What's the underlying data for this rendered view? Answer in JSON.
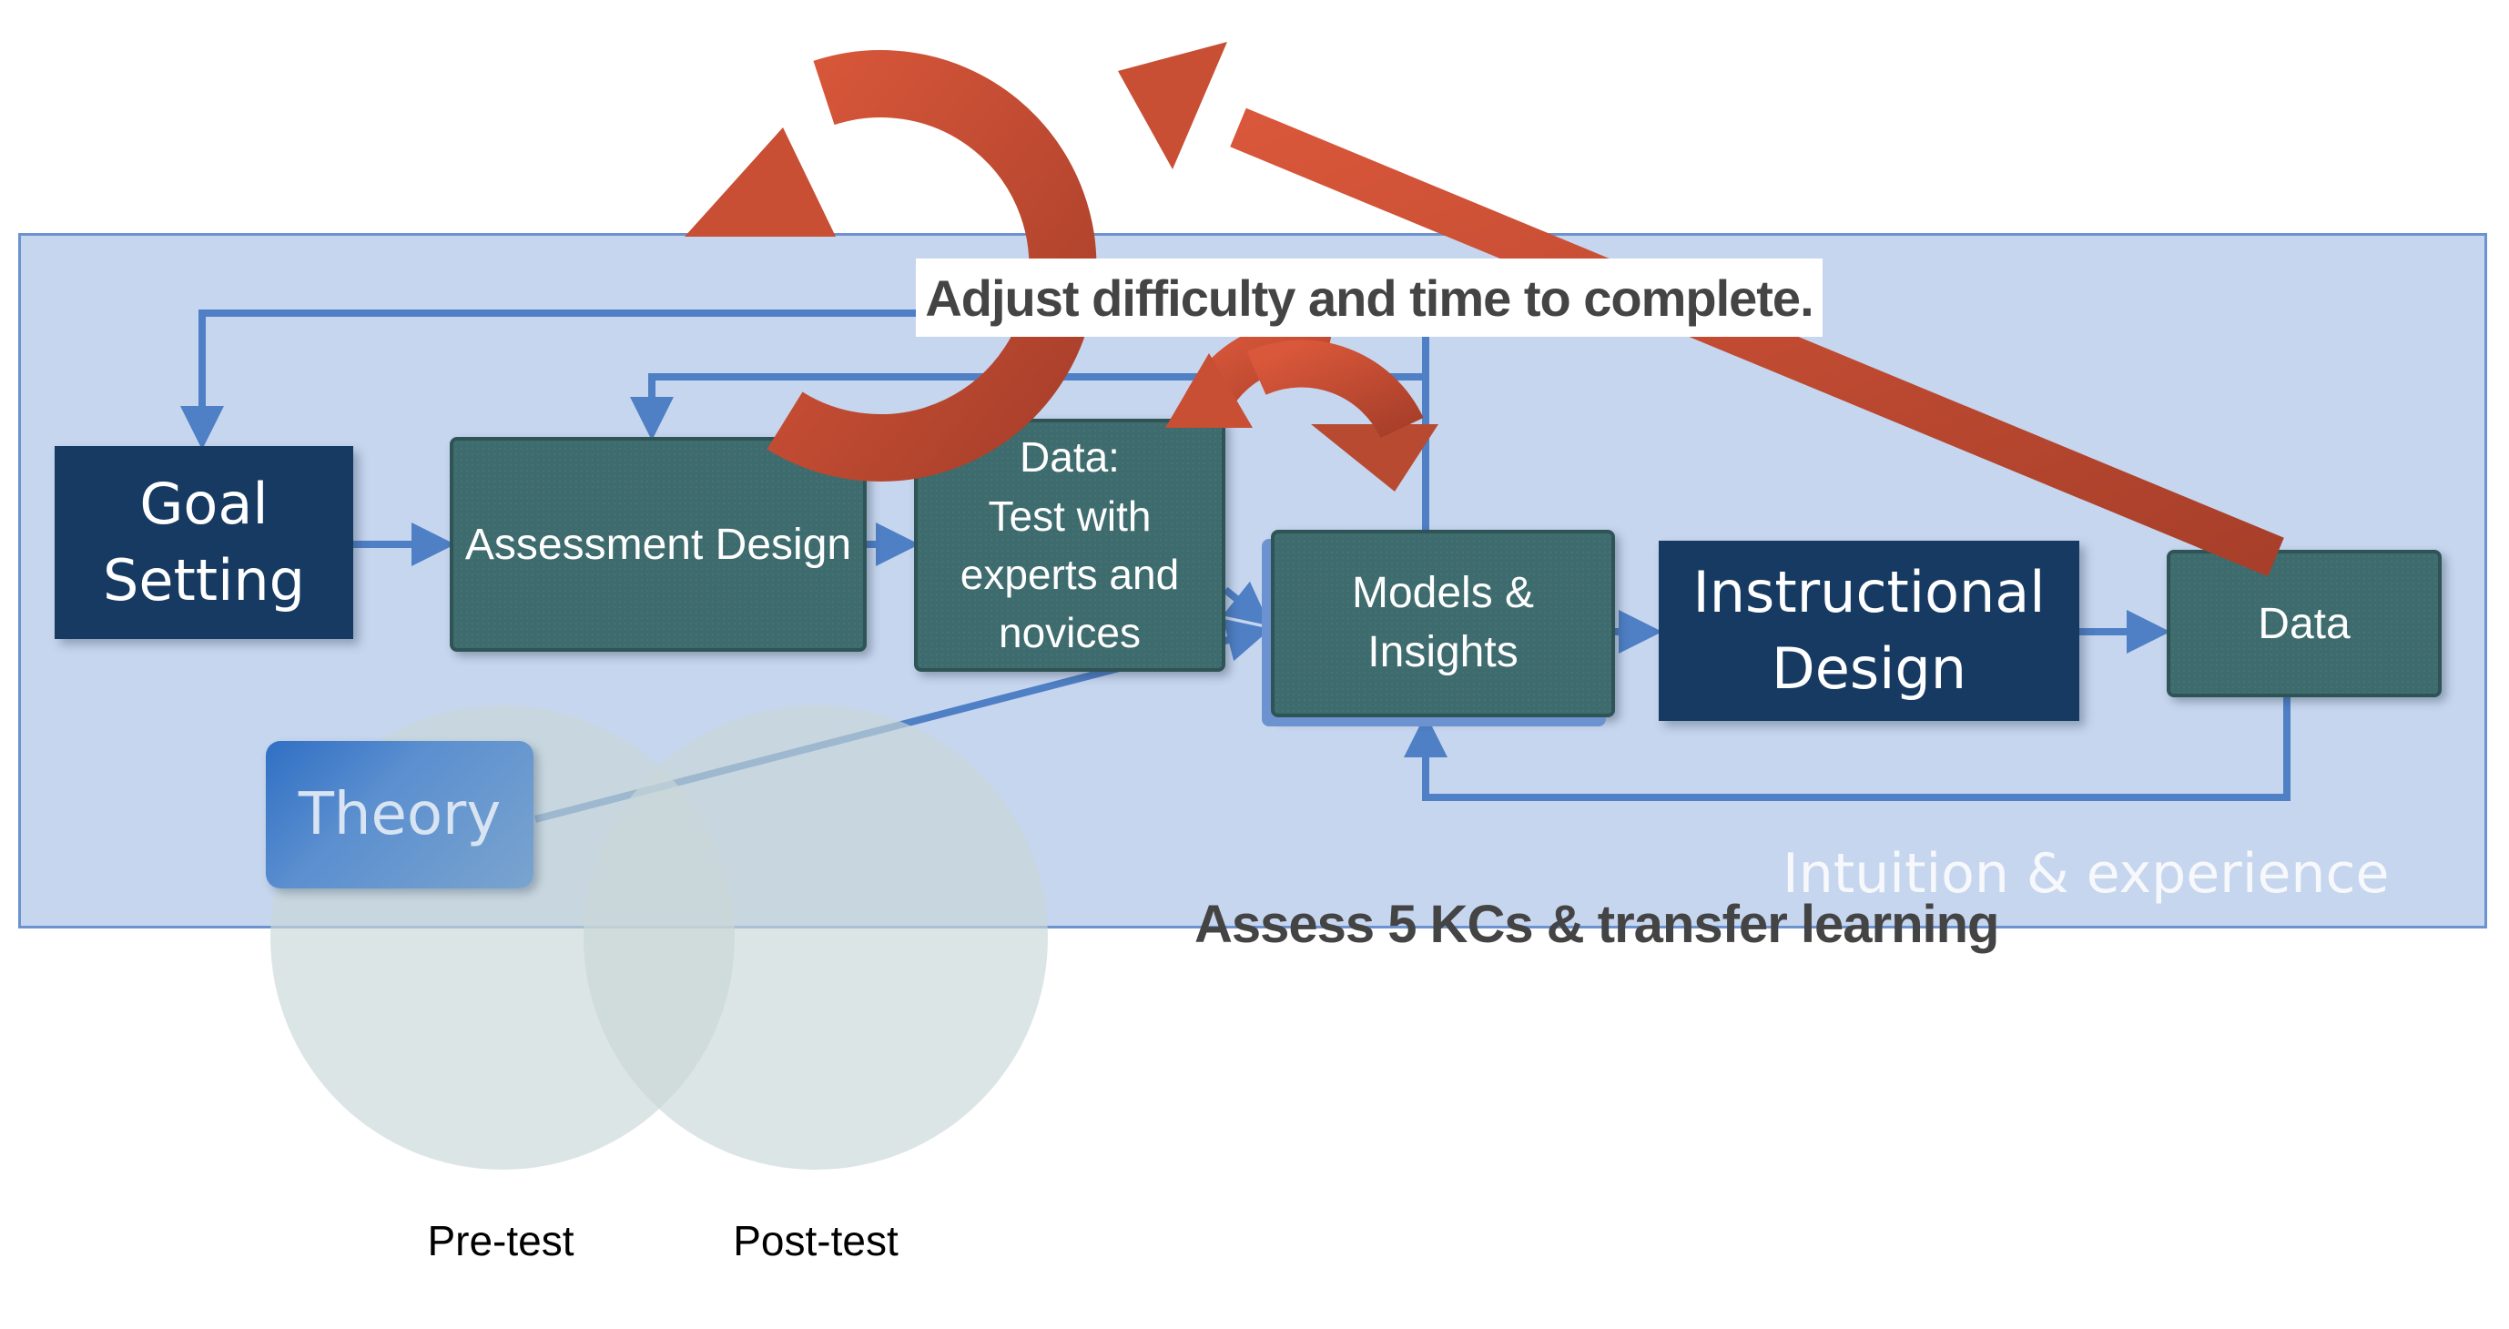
{
  "boxes": {
    "goal_setting": "Goal\nSetting",
    "assessment_design": "Assessment Design",
    "data_test": "Data:\nTest with\nexperts and\nnovices",
    "models_insights": "Models &\nInsights",
    "instructional_design": "Instructional\nDesign",
    "data": "Data",
    "theory": "Theory"
  },
  "labels": {
    "intuition": "Intuition & experience",
    "adjust": "Adjust difficulty and time to complete.",
    "assess": "Assess 5 KCs & transfer learning"
  },
  "venn": {
    "left": "Pre-test",
    "right": "Post-test"
  },
  "colors": {
    "panel": "#c6d6ee",
    "navy_box": "#163a61",
    "teal_box": "#3e6b6d",
    "flow_arrow": "#4f7fc4",
    "cycle_arrow": "#b84a32",
    "venn_circle": "#c9d7d7"
  }
}
